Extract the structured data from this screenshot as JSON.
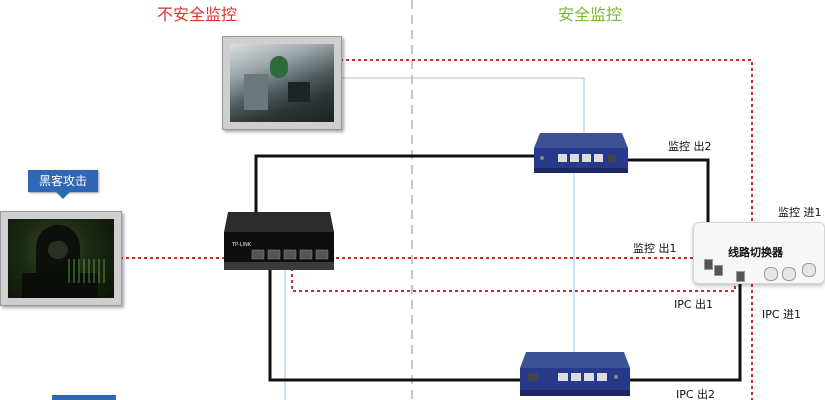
{
  "headings": {
    "unsafe": "不安全监控",
    "safe": "安全监控"
  },
  "hacker_tag": "黑客攻击",
  "switcher_label": "线路切换器",
  "port_labels": {
    "monitor_out2": "监控 出2",
    "monitor_out1": "监控 出1",
    "monitor_in1": "监控 进1",
    "ipc_out1": "IPC 出1",
    "ipc_in1": "IPC 进1",
    "ipc_out2": "IPC 出2"
  },
  "colors": {
    "unsafe_heading": "#e0322a",
    "safe_heading": "#7ab83d",
    "red_dotted_link": "#d22a2a",
    "black_cable": "#111111",
    "blue_tag": "#2f67b4",
    "divider": "#c8c8c8",
    "thin_blue_line": "#9ec5e5"
  },
  "devices": {
    "center_switch": "black-switch-icon",
    "top_switch": "blue-switch-icon",
    "bottom_switch": "blue-switch-icon",
    "camera_feed": "cctv-monitor-photo",
    "hacker": "hooded-hacker-photo"
  }
}
